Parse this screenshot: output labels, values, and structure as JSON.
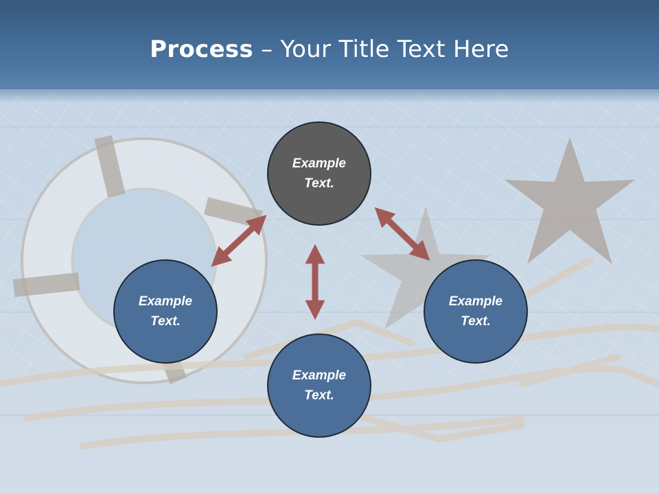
{
  "title": {
    "bold": "Process",
    "separator": " – ",
    "rest": "Your Title Text Here"
  },
  "nodes": {
    "top": "Example\nText.",
    "left": "Example\nText.",
    "right": "Example\nText.",
    "bottom": "Example\nText."
  },
  "colors": {
    "title_bar": "#4a74a0",
    "node_dark": "#5d5d5d",
    "node_blue": "#4b6f98",
    "arrow": "#a15a56",
    "background": "#c3d3e3"
  }
}
